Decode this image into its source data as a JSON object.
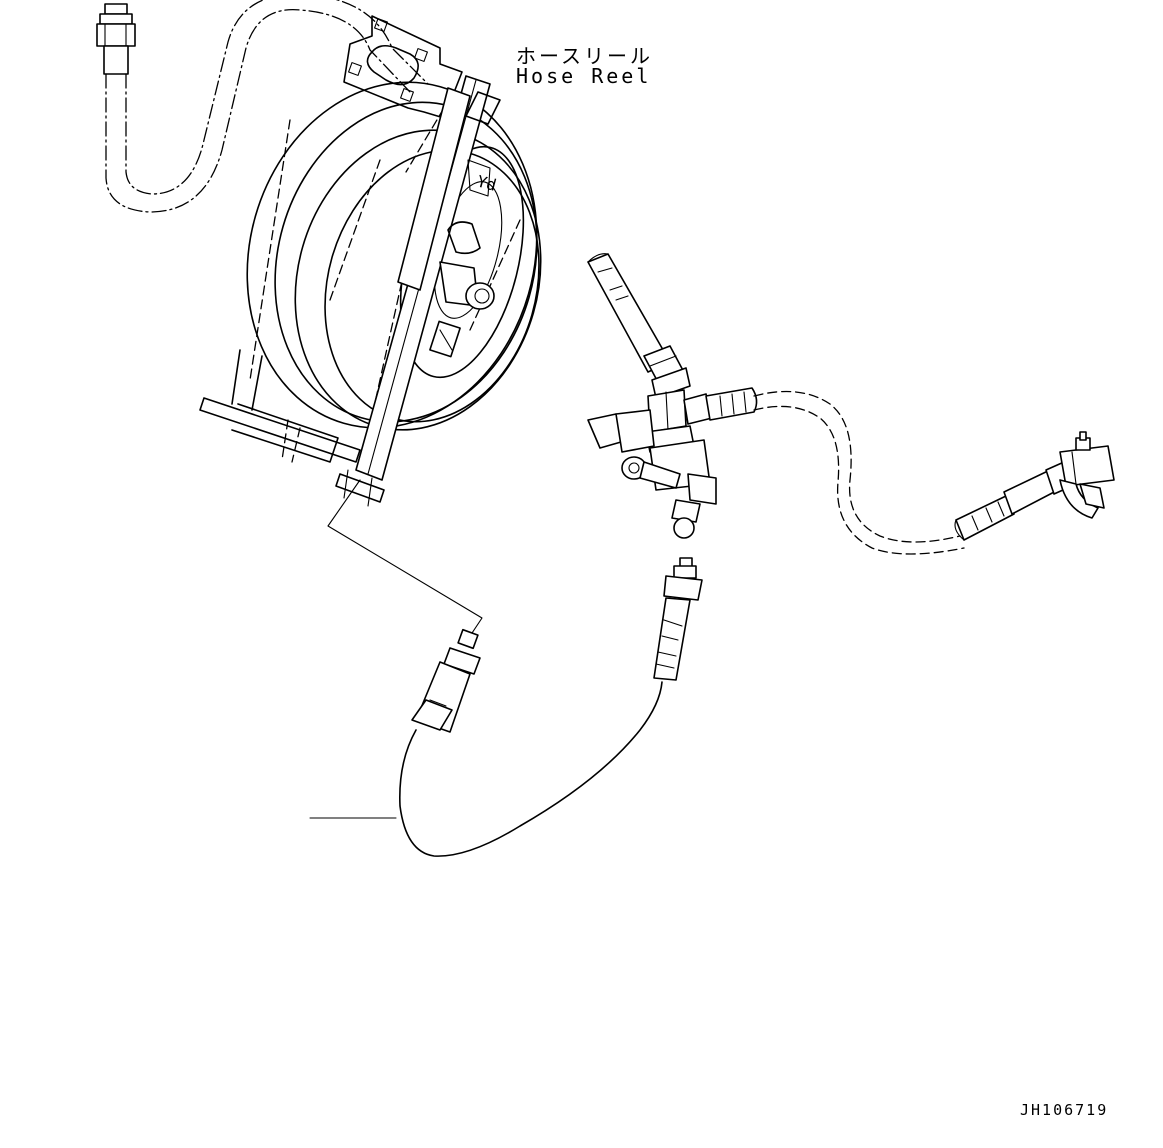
{
  "labels": {
    "part_name_jp": "ホースリール",
    "part_name_en": "Hose Reel",
    "drawing_number": "JH106719"
  }
}
